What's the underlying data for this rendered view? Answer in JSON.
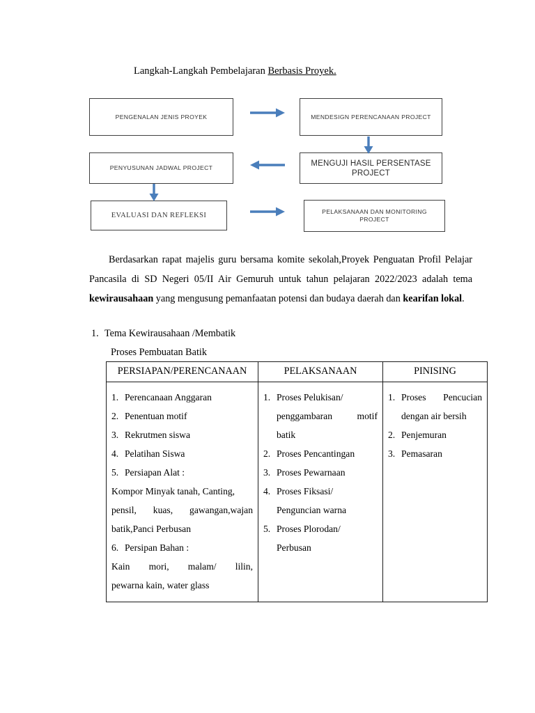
{
  "document": {
    "title_prefix": "Langkah-Langkah Pembelajaran ",
    "title_underlined": "Berbasis Proyek."
  },
  "flowchart": {
    "boxes": [
      {
        "id": "pengenalan",
        "label": "PENGENALAN  JENIS PROYEK"
      },
      {
        "id": "mendesign",
        "label": "MENDESIGN PERENCANAAN PROJECT"
      },
      {
        "id": "penyusunan",
        "label": "PENYUSUNAN JADWAL PROJECT"
      },
      {
        "id": "menguji",
        "label": "MENGUJI HASIL PERSENTASE  PROJECT"
      },
      {
        "id": "evaluasi",
        "label": "EVALUASI DAN REFLEKSI"
      },
      {
        "id": "pelaksanaan",
        "label": "PELAKSANAAN DAN MONITORING PROJECT"
      }
    ],
    "arrow_color": "#4a7ebb",
    "box_border_color": "#3f3f3f",
    "arrows": [
      {
        "id": "arrow-right-1",
        "direction": "right"
      },
      {
        "id": "arrow-down-1",
        "direction": "down"
      },
      {
        "id": "arrow-left-1",
        "direction": "left"
      },
      {
        "id": "arrow-down-2",
        "direction": "down"
      },
      {
        "id": "arrow-right-2",
        "direction": "right"
      }
    ]
  },
  "paragraph": {
    "part1": "Berdasarkan rapat majelis guru bersama komite sekolah,Proyek Penguatan Profil Pelajar Pancasila di SD Negeri 05/II Air Gemuruh  untuk tahun pelajaran 2022/2023 adalah  tema ",
    "bold1": "kewirausahaan",
    "part2": " yang mengusung pemanfaatan potensi dan budaya daerah dan ",
    "bold2": "kearifan lokal",
    "part3": "."
  },
  "list": {
    "number": "1.",
    "item": "Tema Kewirausahaan /Membatik",
    "subtitle": "Proses Pembuatan Batik"
  },
  "table": {
    "headers": [
      "PERSIAPAN/PERENCANAAN",
      "PELAKSANAAN",
      "PINISING"
    ],
    "columns": [
      {
        "name": "persiapan",
        "blocks": [
          {
            "kind": "numbered",
            "num": "1.",
            "text": "Perencanaan Anggaran"
          },
          {
            "kind": "numbered",
            "num": "2.",
            "text": "Penentuan motif"
          },
          {
            "kind": "numbered",
            "num": "3.",
            "text": "Rekrutmen siswa"
          },
          {
            "kind": "numbered",
            "num": "4.",
            "text": "Pelatihan Siswa"
          },
          {
            "kind": "numbered",
            "num": "5.",
            "text": "Persiapan Alat :"
          },
          {
            "kind": "plain",
            "text": "Kompor Minyak tanah, Canting,"
          },
          {
            "kind": "plain-j",
            "text": "pensil,    kuas,    gawangan,wajan"
          },
          {
            "kind": "plain",
            "text": "batik,Panci Perbusan"
          },
          {
            "kind": "numbered",
            "num": "6.",
            "text": "Persipan Bahan :"
          },
          {
            "kind": "plain-j",
            "text": "Kain     mori,     malam/     lilin,"
          },
          {
            "kind": "plain",
            "text": "pewarna kain, water glass"
          }
        ]
      },
      {
        "name": "pelaksanaan",
        "blocks": [
          {
            "kind": "numbered",
            "num": "1.",
            "text": "Proses Pelukisan/"
          },
          {
            "kind": "hang-j",
            "text": "penggambaran        motif"
          },
          {
            "kind": "hang",
            "text": "batik"
          },
          {
            "kind": "numbered",
            "num": "2.",
            "text": "Proses Pencantingan"
          },
          {
            "kind": "numbered",
            "num": "3.",
            "text": "Proses Pewarnaan"
          },
          {
            "kind": "numbered",
            "num": "4.",
            "text": "Proses Fiksasi/"
          },
          {
            "kind": "hang",
            "text": "Penguncian warna"
          },
          {
            "kind": "numbered",
            "num": "5.",
            "text": "Proses Plorodan/"
          },
          {
            "kind": "hang",
            "text": "Perbusan"
          }
        ]
      },
      {
        "name": "pinising",
        "blocks": [
          {
            "kind": "numbered-j",
            "num": "1.",
            "text": "Proses    Pencucian"
          },
          {
            "kind": "hang",
            "text": "dengan air bersih"
          },
          {
            "kind": "numbered",
            "num": "2.",
            "text": "Penjemuran"
          },
          {
            "kind": "numbered",
            "num": "3.",
            "text": "Pemasaran"
          }
        ]
      }
    ]
  }
}
